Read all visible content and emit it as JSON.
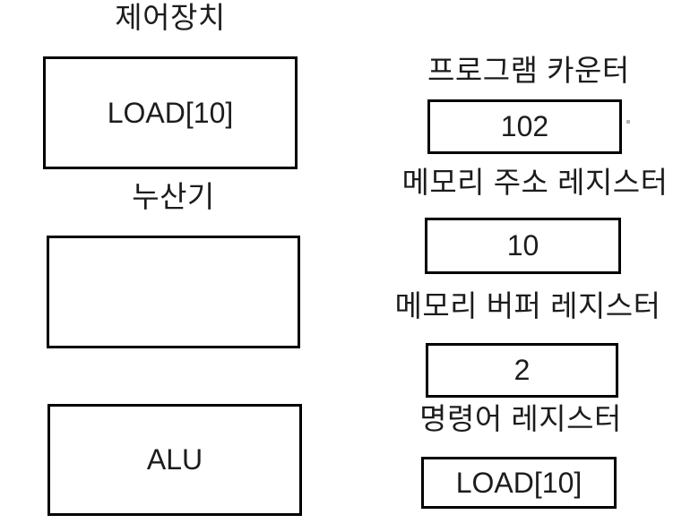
{
  "diagram": {
    "title_context": "CPU register diagram",
    "control_unit": {
      "label": "제어장치",
      "value": "LOAD[10]"
    },
    "accumulator": {
      "label": "누산기",
      "value": ""
    },
    "alu": {
      "label": "ALU"
    },
    "program_counter": {
      "label": "프로그램 카운터",
      "value": "102"
    },
    "memory_address_register": {
      "label": "메모리 주소 레지스터",
      "value": "10"
    },
    "memory_buffer_register": {
      "label": "메모리 버퍼 레지스터",
      "value": "2"
    },
    "instruction_register": {
      "label": "명령어 레지스터",
      "value": "LOAD[10]"
    },
    "colors": {
      "background": "#ffffff",
      "box_border": "#000000",
      "text": "#1c1c1c",
      "artifact_dot": "#b3b3b3"
    }
  }
}
